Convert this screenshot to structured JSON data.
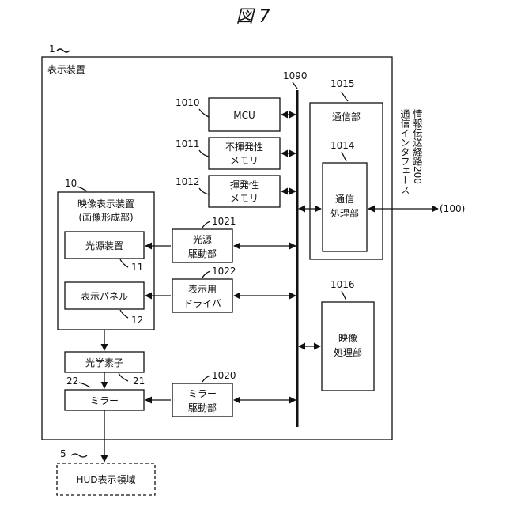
{
  "figure": {
    "title": "図 7"
  },
  "device": {
    "label": "表示装置",
    "ref": "1"
  },
  "bus": {
    "ref": "1090"
  },
  "mcu": {
    "label": "MCU",
    "ref": "1010"
  },
  "nvm": {
    "line1": "不揮発性",
    "line2": "メモリ",
    "ref": "1011"
  },
  "vm": {
    "line1": "揮発性",
    "line2": "メモリ",
    "ref": "1012"
  },
  "comm": {
    "label": "通信部",
    "ref": "1015"
  },
  "comm_proc": {
    "line1": "通信",
    "line2": "処理部",
    "ref": "1014"
  },
  "comm_path": {
    "line1": "通信インタフェース",
    "line2": "情報伝送経路200",
    "target": "(100)"
  },
  "video_unit": {
    "line1": "映像表示装置",
    "line2": "(画像形成部)",
    "ref": "10"
  },
  "light_src": {
    "label": "光源装置",
    "ref": "11"
  },
  "panel": {
    "label": "表示パネル",
    "ref": "12"
  },
  "light_drv": {
    "line1": "光源",
    "line2": "駆動部",
    "ref": "1021"
  },
  "panel_drv": {
    "line1": "表示用",
    "line2": "ドライバ",
    "ref": "1022"
  },
  "video_proc": {
    "line1": "映像",
    "line2": "処理部",
    "ref": "1016"
  },
  "optic": {
    "label": "光学素子",
    "ref": "21"
  },
  "mirror": {
    "label": "ミラー",
    "ref": "22"
  },
  "mirror_drv": {
    "line1": "ミラー",
    "line2": "駆動部",
    "ref": "1020"
  },
  "hud": {
    "label": "HUD表示領域",
    "ref": "5"
  }
}
